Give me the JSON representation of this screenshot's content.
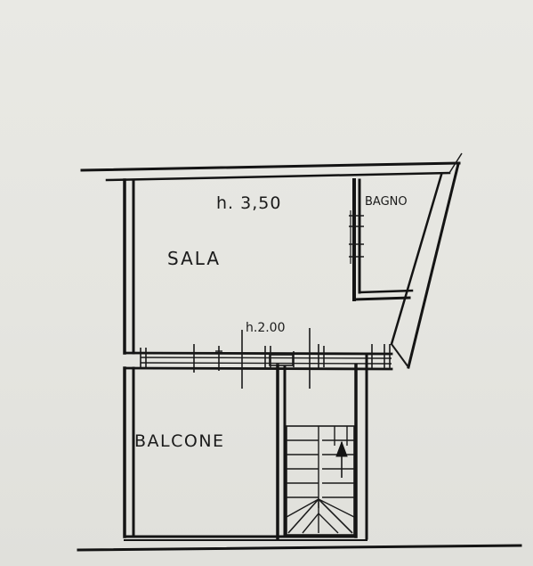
{
  "plan": {
    "rooms": {
      "sala": "SALA",
      "bagno": "BAGNO",
      "balcone": "BALCONE"
    },
    "heights": {
      "sala": "h. 3,50",
      "balcone": "h.2.00"
    }
  },
  "colors": {
    "paper": "#e6e6e1",
    "ink": "#141414"
  }
}
